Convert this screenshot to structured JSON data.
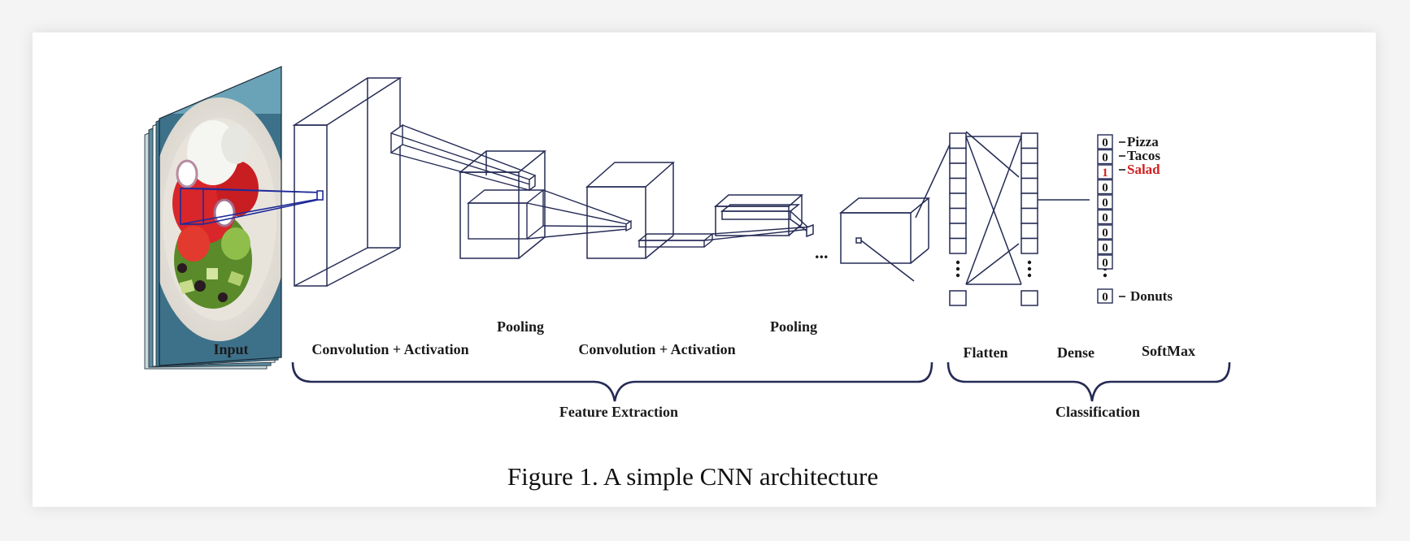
{
  "labels": {
    "input": "Input",
    "conv1": "Convolution + Activation",
    "pool1": "Pooling",
    "conv2": "Convolution + Activation",
    "pool2": "Pooling",
    "flatten": "Flatten",
    "dense": "Dense",
    "softmax": "SoftMax",
    "feature_extraction": "Feature Extraction",
    "classification": "Classification",
    "ellipsis": "..."
  },
  "softmax_output": {
    "classes": [
      "Pizza",
      "Tacos",
      "Salad",
      "Donuts"
    ],
    "values": [
      "0",
      "0",
      "1",
      "0",
      "0",
      "0",
      "0",
      "0",
      "0"
    ],
    "last_value": "0",
    "highlight_color": "#d21f1f"
  },
  "colors": {
    "line": "#252b55",
    "projection": "#1f2a9a"
  },
  "caption": "Figure 1. A simple CNN architecture"
}
